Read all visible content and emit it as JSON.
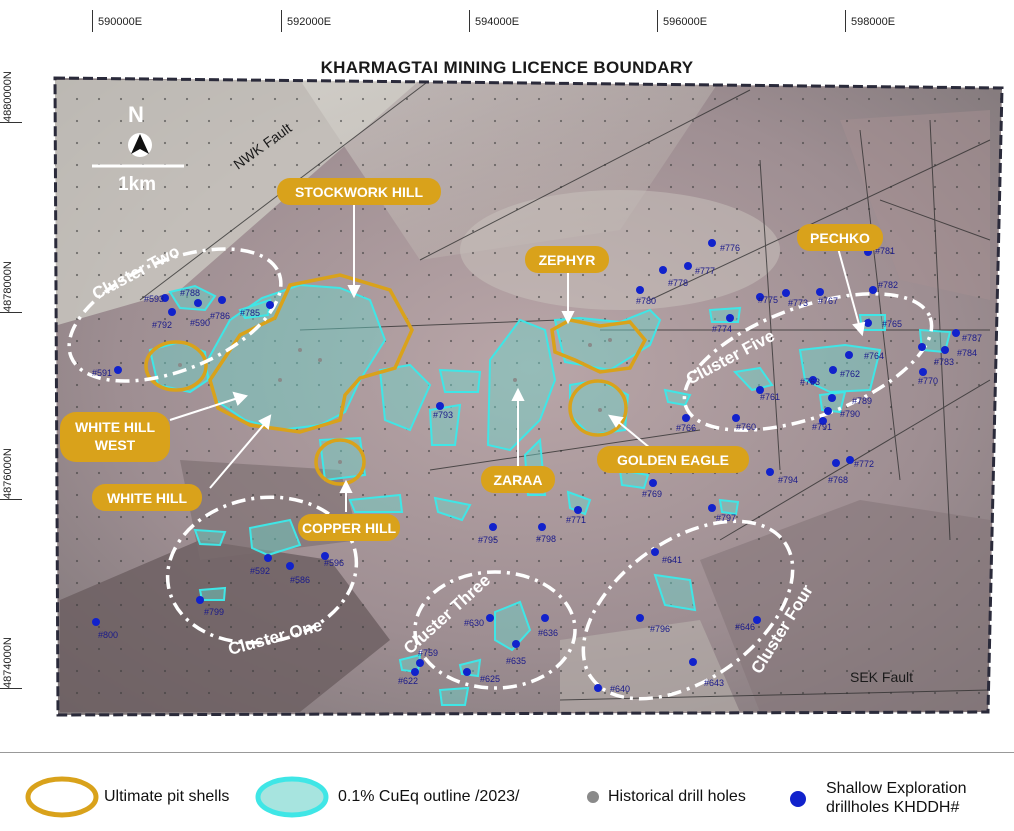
{
  "map": {
    "title": "KHARMAGTAI MINING LICENCE BOUNDARY",
    "easting_labels": [
      "590000E",
      "592000E",
      "594000E",
      "596000E",
      "598000E"
    ],
    "northing_labels": [
      "4880000N",
      "4878000N",
      "4876000N",
      "4874000N"
    ],
    "north_label": "N",
    "scale_label": "1km",
    "faults": [
      "NWK Fault",
      "SEK Fault"
    ],
    "deposits": [
      "STOCKWORK HILL",
      "ZEPHYR",
      "PECHKO",
      "WHITE HILL WEST",
      "WHITE HILL",
      "COPPER HILL",
      "ZARAA",
      "GOLDEN EAGLE"
    ],
    "clusters": [
      "Cluster Two",
      "Cluster Five",
      "Cluster One",
      "Cluster Three",
      "Cluster Four"
    ],
    "drillholes": [
      "#793",
      "#788",
      "#593",
      "#792",
      "#590",
      "#786",
      "#785",
      "#591",
      "#776",
      "#777",
      "#778",
      "#780",
      "#775",
      "#773",
      "#767",
      "#781",
      "#782",
      "#774",
      "#765",
      "#787",
      "#784",
      "#783",
      "#770",
      "#764",
      "#763",
      "#762",
      "#761",
      "#766",
      "#760",
      "#789",
      "#790",
      "#791",
      "#794",
      "#772",
      "#768",
      "#769",
      "#771",
      "#795",
      "#798",
      "#797",
      "#592",
      "#596",
      "#586",
      "#799",
      "#800",
      "#641",
      "#630",
      "#636",
      "#635",
      "#625",
      "#759",
      "#622",
      "#796",
      "#646",
      "#640",
      "#643"
    ]
  },
  "legend": {
    "pit_shells": "Ultimate pit shells",
    "cueq": "0.1% CuEq outline /2023/",
    "historical": "Historical drill holes",
    "shallow": "Shallow Exploration drillholes KHDDH#",
    "colors": {
      "pit": "#d9a21b",
      "cueq": "#3fd3d3",
      "historical": "#8a8a8a",
      "shallow": "#1122cc"
    }
  }
}
